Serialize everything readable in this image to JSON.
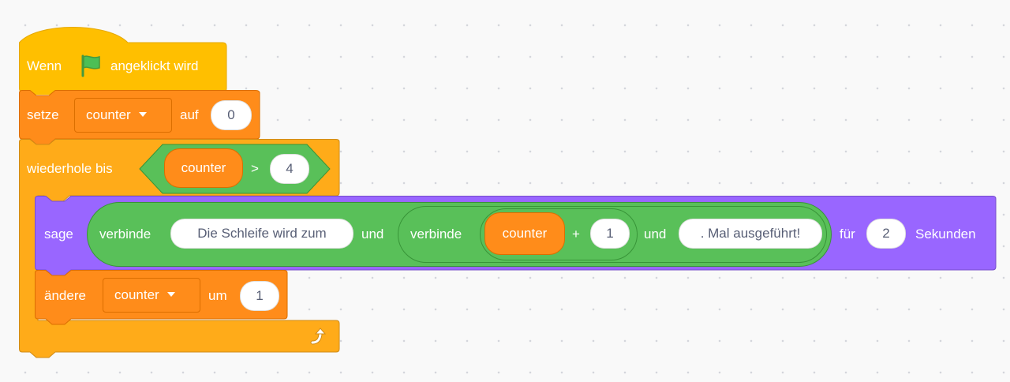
{
  "hat": {
    "label_before": "Wenn",
    "label_after": "angeklickt wird",
    "flag_icon": "green-flag-icon"
  },
  "set_block": {
    "verb": "setze",
    "variable": "counter",
    "connector": "auf",
    "value": "0"
  },
  "repeat_block": {
    "label": "wiederhole bis",
    "condition": {
      "variable": "counter",
      "operator": ">",
      "value": "4"
    }
  },
  "say_block": {
    "verb": "sage",
    "join_outer": {
      "label": "verbinde",
      "first": "Die Schleife wird zum",
      "connector": "und"
    },
    "join_inner": {
      "label": "verbinde",
      "connector": "und",
      "last": ". Mal ausgeführt!"
    },
    "add": {
      "variable": "counter",
      "operator": "+",
      "value": "1"
    },
    "for_label": "für",
    "seconds": "2",
    "seconds_label": "Sekunden"
  },
  "change_block": {
    "verb": "ändere",
    "variable": "counter",
    "connector": "um",
    "value": "1"
  },
  "loop_end_icon": "loop-arrow-icon",
  "colors": {
    "events": "#ffbf00",
    "events_border": "#e6a800",
    "control": "#ffab19",
    "control_border": "#cf8b17",
    "variables": "#ff8c1a",
    "variables_border": "#db6e00",
    "looks": "#9966ff",
    "looks_border": "#774dcb",
    "operators": "#59c059",
    "operators_border": "#389438",
    "canvas": "#f9f9f9"
  }
}
